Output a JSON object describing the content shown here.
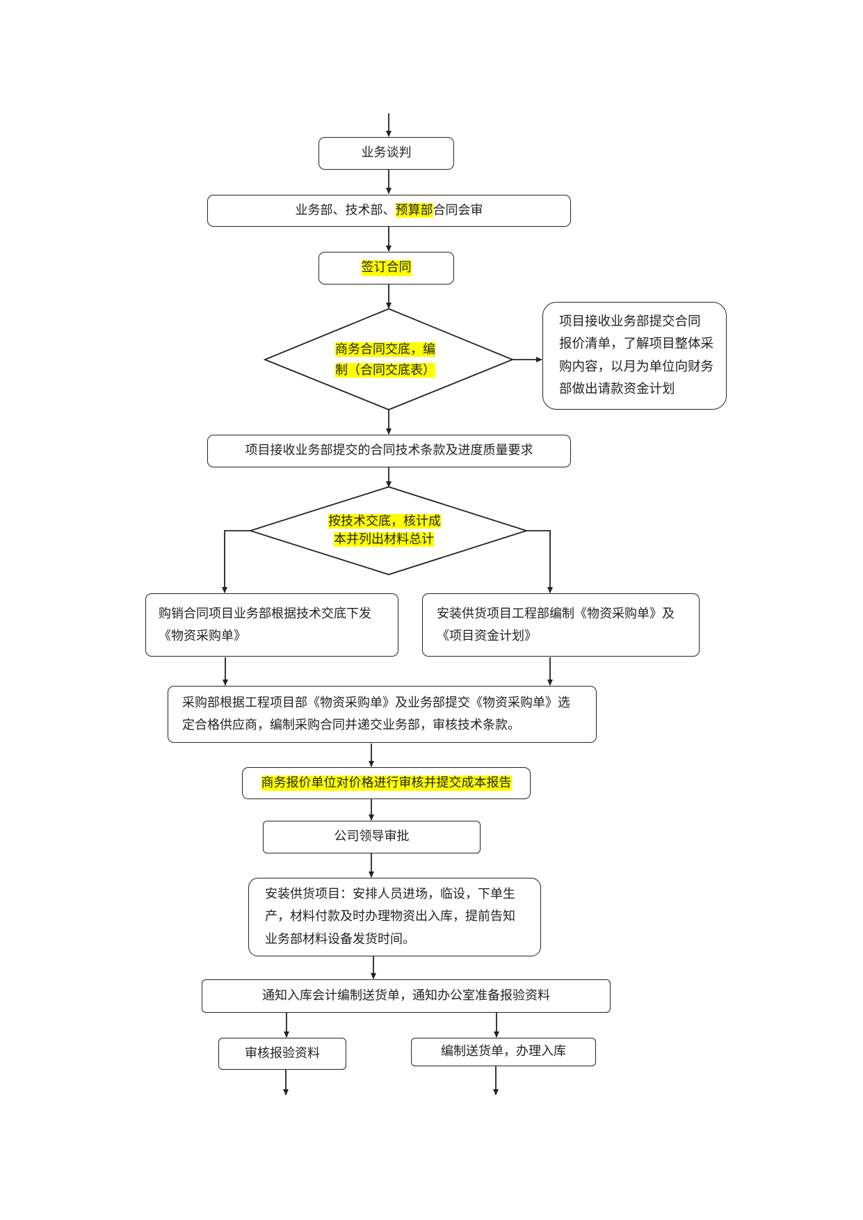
{
  "colors": {
    "highlight": "#ffff00",
    "stroke": "#222222"
  },
  "nodes": {
    "negotiation": "业务谈判",
    "review_a": "业务部、技术部、",
    "review_hl": "预算部",
    "review_b": "合同会审",
    "sign": "签订合同",
    "handover_line1": "商务合同交底，编",
    "handover_line2": "制（合同交底表）",
    "side_note_line1": "项目接收业务部提交合同",
    "side_note_line2": "报价清单，了解项目整体采",
    "side_note_line3": "购内容，以月为单位向财务",
    "side_note_line4": "部做出请款资金计划",
    "receive_terms": "项目接收业务部提交的合同技术条款及进度质量要求",
    "cost_line1": "按技术交底，核计成",
    "cost_line2": "本并列出材料总计",
    "sales_line1": "购销合同项目业务部根据技术交底下发",
    "sales_line2": "《物资采购单》",
    "install_line1": "安装供货项目工程部编制《物资采购单》及",
    "install_line2": "《项目资金计划》",
    "purchase_line1": "采购部根据工程项目部《物资采购单》及业务部提交《物资采购单》选",
    "purchase_line2": "定合格供应商，编制采购合同并递交业务部，审核技术条款。",
    "quote_review": "商务报价单位对价格进行审核并提交成本报告",
    "approval": "公司领导审批",
    "arrange_line1": "安装供货项目：安排人员进场，临设，下单生",
    "arrange_line2": "产，材料付款及时办理物资出入库，提前告知",
    "arrange_line3": "业务部材料设备发货时间。",
    "notify": "通知入库会计编制送货单，通知办公室准备报验资料",
    "audit_docs": "审核报验资料",
    "delivery": "编制送货单，办理入库"
  }
}
